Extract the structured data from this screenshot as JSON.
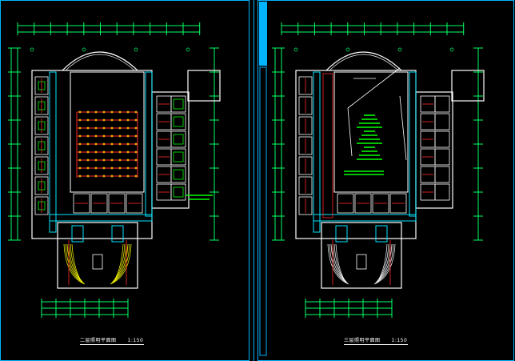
{
  "sheets": [
    {
      "id": "left",
      "caption": "二层照明平面图",
      "scale": "1:150"
    },
    {
      "id": "right",
      "caption": "三层照明平面图",
      "scale": "1:150"
    }
  ],
  "colors": {
    "background": "#000000",
    "frame": "#00b4ff",
    "wall": "#ffffff",
    "dim": "#00ff66",
    "grid": "#00e5ff",
    "lighting": "#ff2a2a",
    "fixture": "#ffff00",
    "furniture": "#00ff00"
  }
}
